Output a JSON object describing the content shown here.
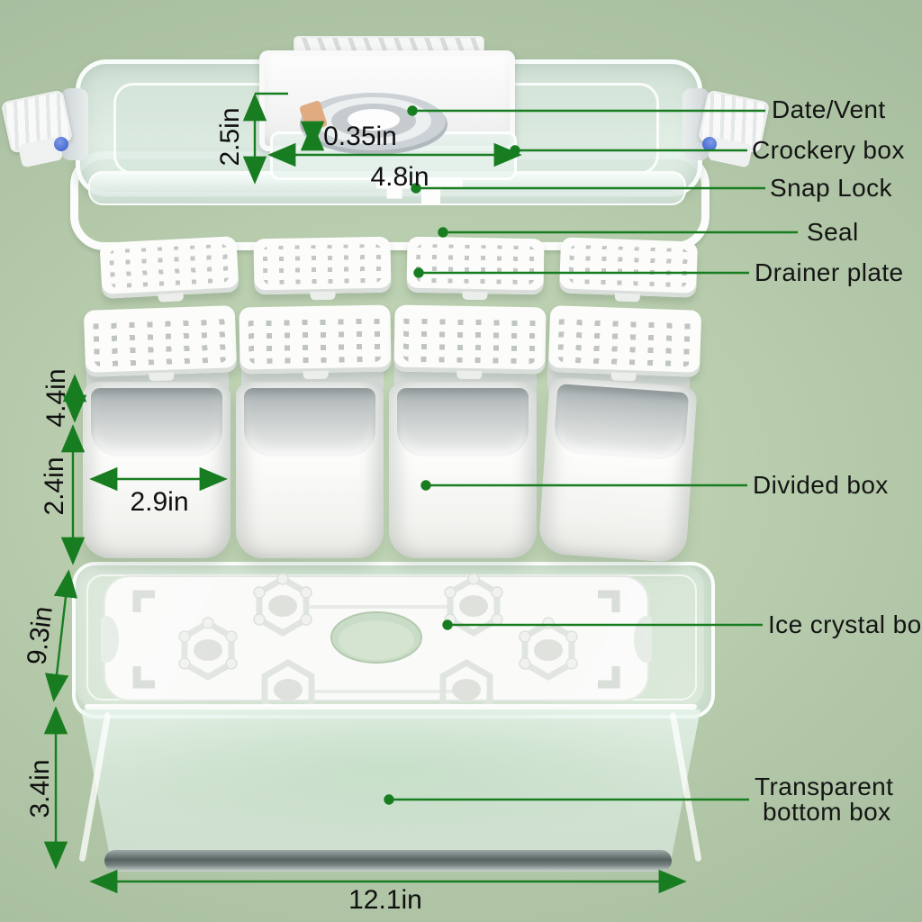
{
  "background": {
    "edge_color": "#a1b798",
    "center_color": "#c7dbbc"
  },
  "annotation": {
    "line_color": "#177d20",
    "text_color": "#141414"
  },
  "accents": {
    "clip_blue": "#4a6fd4",
    "vent_orange": "#e0ab80",
    "product_white": "#fbfcfb"
  },
  "part_labels": {
    "date_vent": "Date/Vent",
    "crockery_box": "Crockery box",
    "snap_lock": "Snap Lock",
    "seal": "Seal",
    "drainer_plate": "Drainer plate",
    "divided_box": "Divided box",
    "ice_crystal_box": "Ice crystal box",
    "transparent_bottom_line1": "Transparent",
    "transparent_bottom_line2": "bottom box"
  },
  "dimension_labels": {
    "crockery_height": "2.5in",
    "vent_knob_height": "0.35in",
    "crockery_width": "4.8in",
    "divided_box_total_height": "4.4in",
    "divided_box_inner_height": "2.4in",
    "divided_box_width": "2.9in",
    "box_body_depth": "9.3in",
    "bottom_box_height": "3.4in",
    "overall_width": "12.1in"
  }
}
